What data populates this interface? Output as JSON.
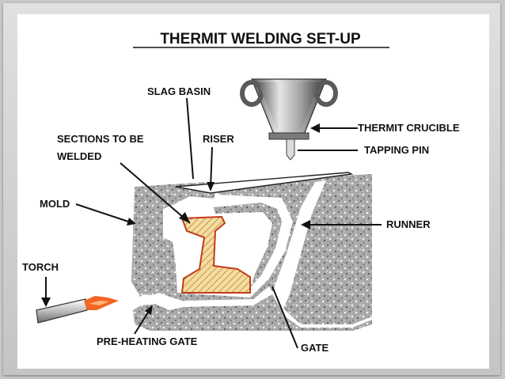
{
  "diagram": {
    "title": "THERMIT WELDING SET-UP",
    "labels": {
      "slag_basin": "SLAG BASIN",
      "sections_line1": "SECTIONS TO BE",
      "sections_line2": "WELDED",
      "riser": "RISER",
      "thermit_crucible": "THERMIT CRUCIBLE",
      "tapping_pin": "TAPPING PIN",
      "mold": "MOLD",
      "runner": "RUNNER",
      "torch": "TORCH",
      "preheating_gate": "PRE-HEATING GATE",
      "gate": "GATE"
    },
    "colors": {
      "mold_fill": "#a9a9a9",
      "rail_fill": "#f4dca6",
      "rail_hatch": "#c9992f",
      "rail_outline": "#c23a1a",
      "flame": "#f26522",
      "crucible": "#8f8f8f"
    }
  }
}
